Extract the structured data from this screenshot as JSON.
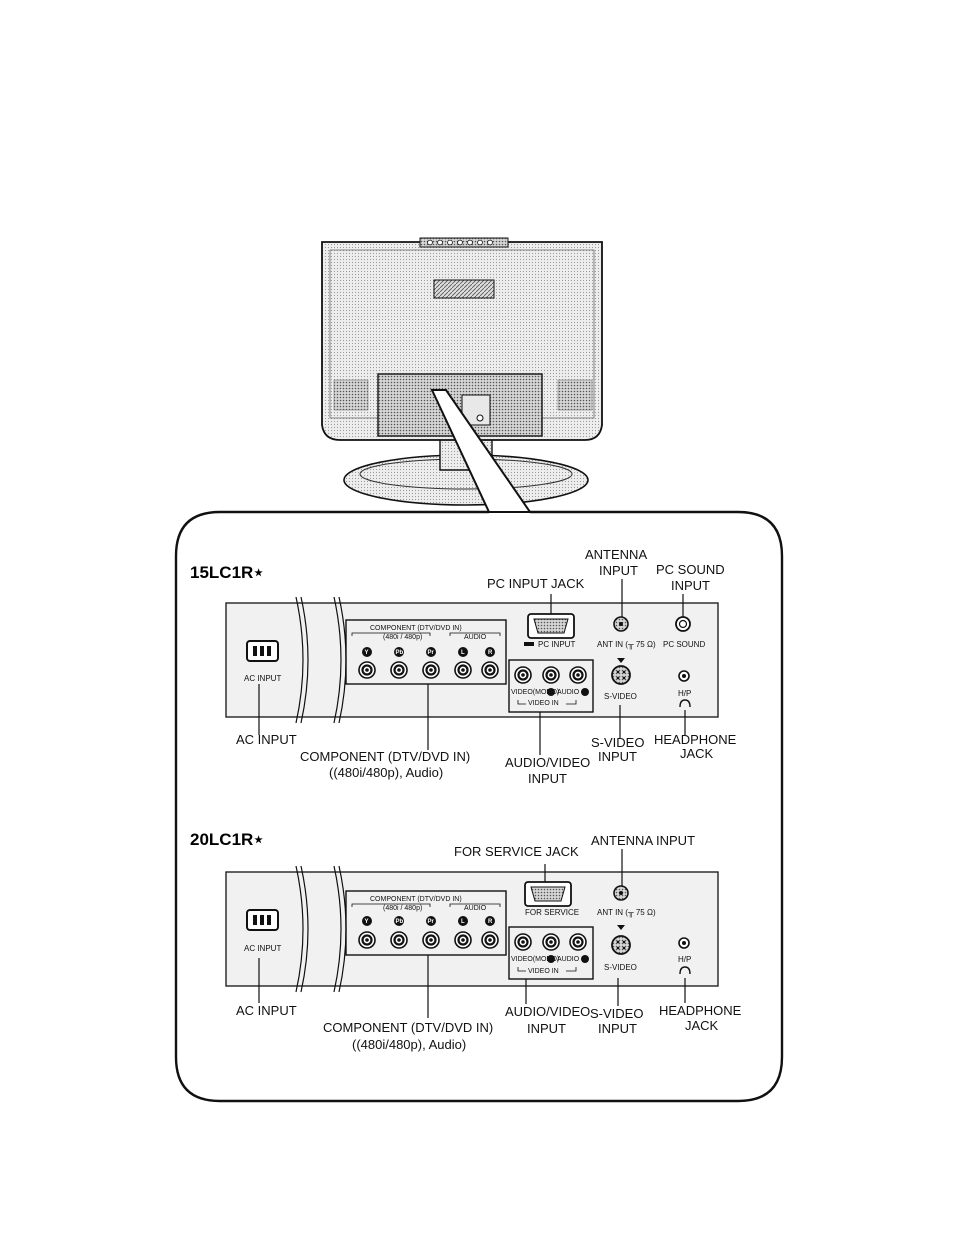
{
  "model_a": {
    "name": "15LC1R⋆",
    "callouts": {
      "pc_input_jack": "PC INPUT JACK",
      "antenna_1": "ANTENNA",
      "antenna_2": "INPUT",
      "pc_sound_1": "PC SOUND",
      "pc_sound_2": "INPUT",
      "ac_input": "AC INPUT",
      "component_1": "COMPONENT (DTV/DVD IN)",
      "component_2": "((480i/480p), Audio)",
      "av_1": "AUDIO/VIDEO",
      "av_2": "INPUT",
      "svideo_1": "S-VIDEO",
      "svideo_2": "INPUT",
      "headphone_1": "HEADPHONE",
      "headphone_2": "JACK"
    },
    "panel": {
      "ac_input": "AC INPUT",
      "component_group": "COMPONENT (DTV/DVD IN)",
      "component_sub": "(480i / 480p)",
      "audio": "AUDIO",
      "pc_input": "PC INPUT",
      "ant_in": "ANT IN (╥ 75 Ω)",
      "pc_sound": "PC SOUND",
      "video_labels": "VIDEO(MONO)",
      "audio_mid": "AUDIO",
      "video_in": "VIDEO IN",
      "s_video": "S-VIDEO",
      "hp": "H/P",
      "jack_y": "Y",
      "jack_pb": "Pb",
      "jack_pr": "Pr",
      "jack_l": "L",
      "jack_r": "R"
    }
  },
  "model_b": {
    "name": "20LC1R⋆",
    "callouts": {
      "for_service_jack": "FOR SERVICE JACK",
      "antenna": "ANTENNA INPUT",
      "ac_input": "AC INPUT",
      "component_1": "COMPONENT (DTV/DVD IN)",
      "component_2": "((480i/480p), Audio)",
      "av_1": "AUDIO/VIDEO",
      "av_2": "INPUT",
      "svideo_1": "S-VIDEO",
      "svideo_2": "INPUT",
      "headphone_1": "HEADPHONE",
      "headphone_2": "JACK"
    },
    "panel": {
      "ac_input": "AC INPUT",
      "component_group": "COMPONENT (DTV/DVD IN)",
      "component_sub": "(480i / 480p)",
      "audio": "AUDIO",
      "for_service": "FOR SERVICE",
      "ant_in": "ANT IN (╥ 75 Ω)",
      "video_labels": "VIDEO(MONO)",
      "audio_mid": "AUDIO",
      "video_in": "VIDEO IN",
      "s_video": "S-VIDEO",
      "hp": "H/P",
      "jack_y": "Y",
      "jack_pb": "Pb",
      "jack_pr": "Pr",
      "jack_l": "L",
      "jack_r": "R"
    }
  }
}
